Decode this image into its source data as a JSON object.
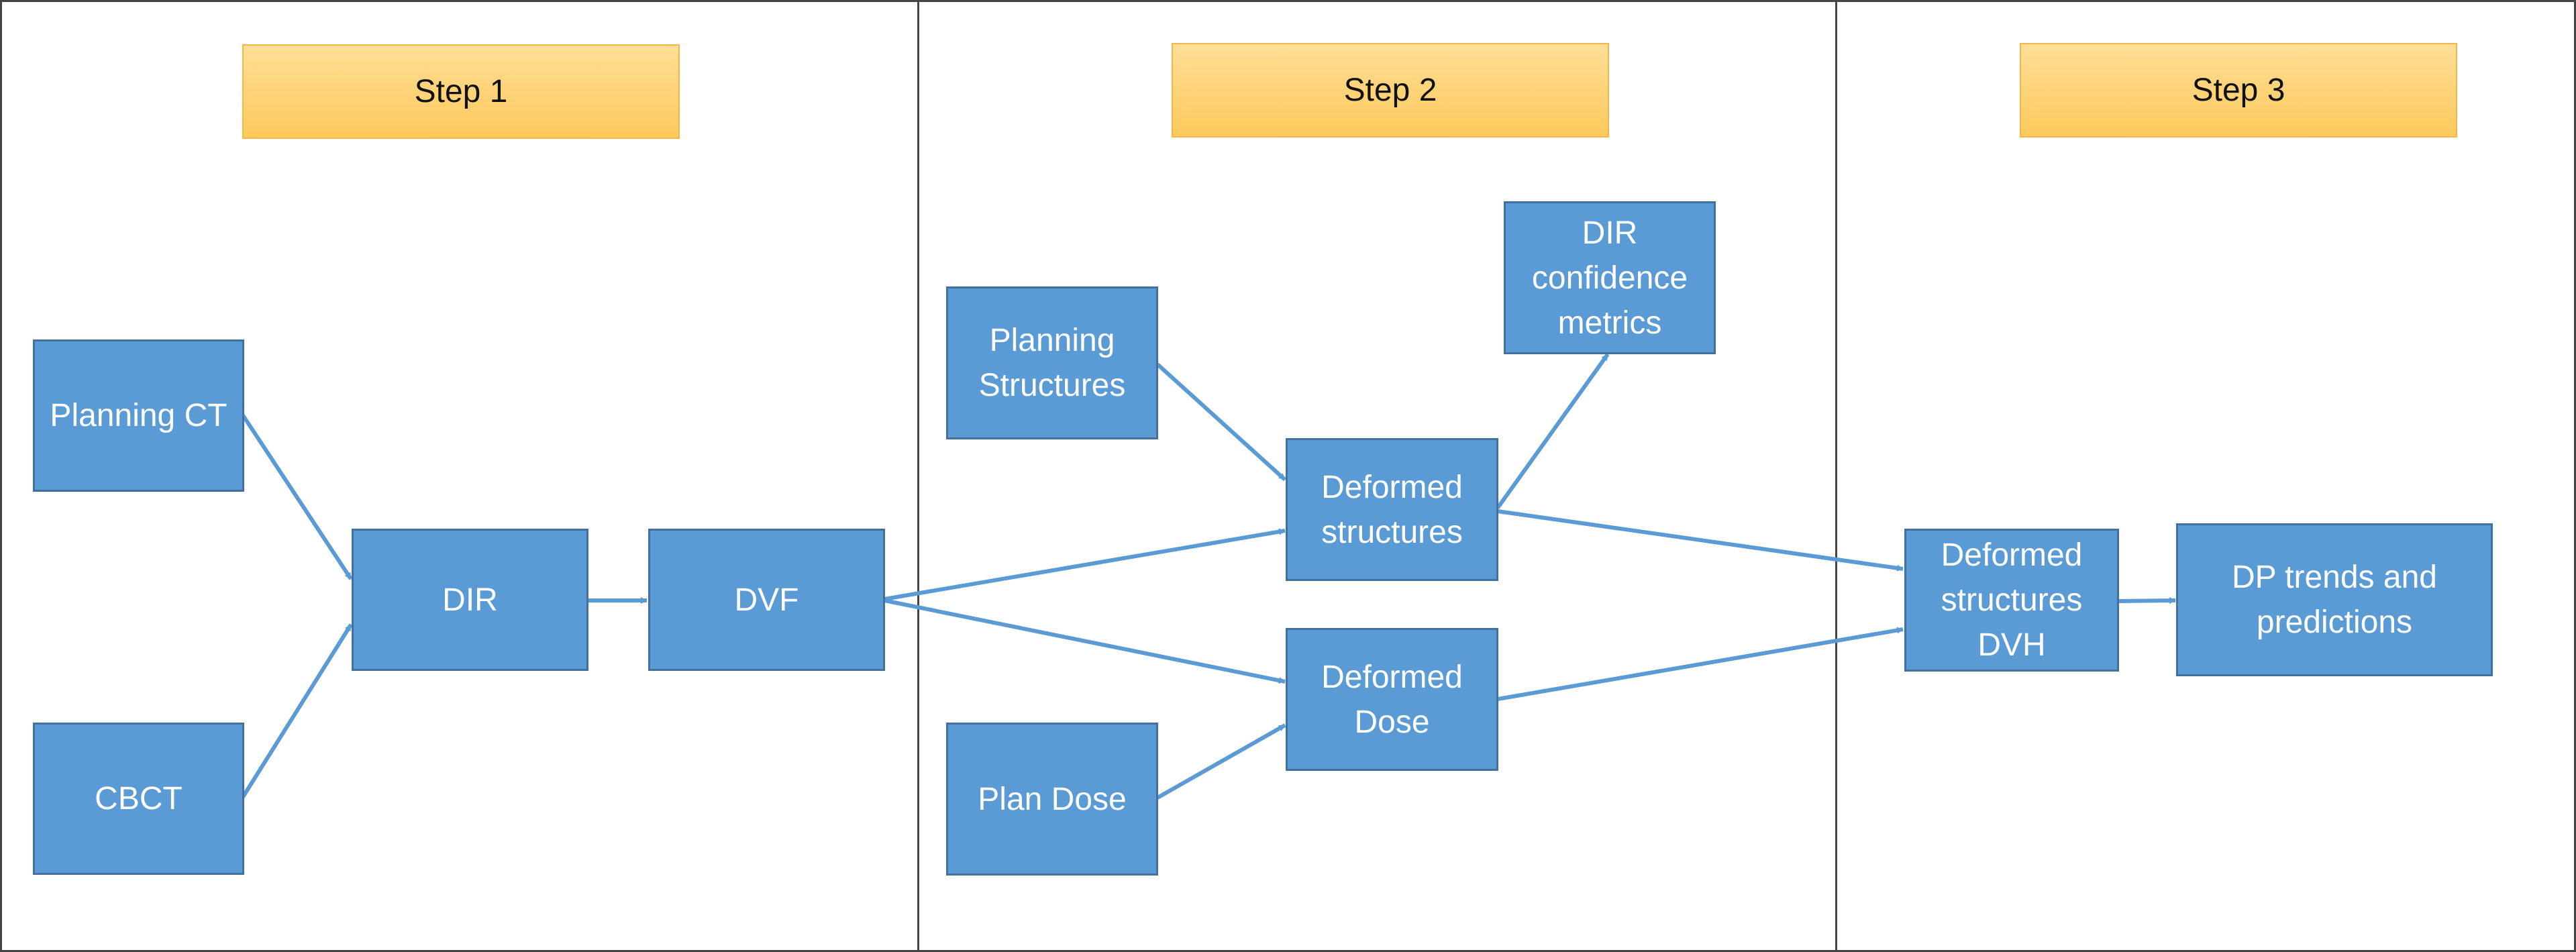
{
  "steps": {
    "step1": "Step 1",
    "step2": "Step 2",
    "step3": "Step 3"
  },
  "nodes": {
    "planning_ct": "Planning CT",
    "cbct": "CBCT",
    "dir": "DIR",
    "dvf": "DVF",
    "planning_structures": "Planning\nStructures",
    "plan_dose": "Plan Dose",
    "deformed_structures": "Deformed\nstructures",
    "deformed_dose": "Deformed\nDose",
    "dir_confidence_metrics": "DIR\nconfidence\nmetrics",
    "deformed_structures_dvh": "Deformed\nstructures\nDVH",
    "dp_trends_predictions": "DP trends and\npredictions"
  },
  "colors": {
    "node_fill": "#5b9bd5",
    "node_border": "#41719c",
    "step_fill": "#fdc95c",
    "arrow": "#5b9bd5"
  }
}
